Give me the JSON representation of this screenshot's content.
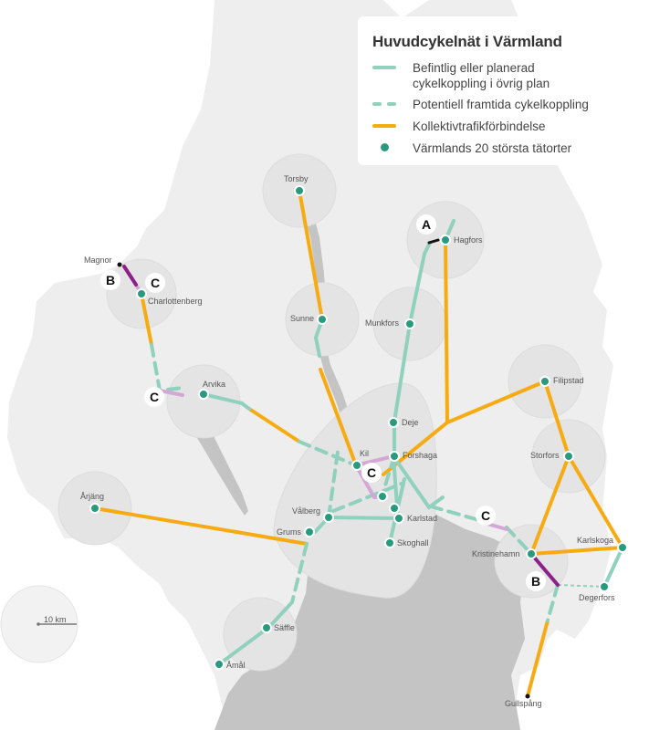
{
  "legend": {
    "title": "Huvudcykelnät i Värmland",
    "items": [
      {
        "type": "solid-line",
        "label_line1": "Befintlig eller planerad",
        "label_line2": "cykelkoppling i övrig plan",
        "color": "#8fd1bd"
      },
      {
        "type": "dashed-line",
        "label": "Potentiell framtida cykelkoppling",
        "color": "#8fd1bd"
      },
      {
        "type": "solid-line",
        "label": "Kollektivtrafikförbindelse",
        "color": "#f6ab12"
      },
      {
        "type": "dot",
        "label": "Värmlands 20 största tätorter",
        "color": "#2a9a7e"
      }
    ]
  },
  "colors": {
    "land": "#eeeeee",
    "water": "#c4c4c4",
    "buffer": "#e2e2e2",
    "cycle": "#8fd1bd",
    "transit": "#f6ab12",
    "town": "#2a9a7e",
    "missing_link_light": "#d4a8d6",
    "missing_link_dark": "#8c2189"
  },
  "towns": {
    "torsby": "Torsby",
    "hagfors": "Hagfors",
    "magnor": "Magnor",
    "charlottenberg": "Charlottenberg",
    "sunne": "Sunne",
    "munkfors": "Munkfors",
    "arvika": "Arvika",
    "filipstad": "Filipstad",
    "deje": "Deje",
    "kil": "Kil",
    "forshaga": "Forshaga",
    "storfors": "Storfors",
    "arjang": "Årjäng",
    "valberg": "Vålberg",
    "grums": "Grums",
    "karlstad": "Karlstad",
    "skoghall": "Skoghall",
    "kristinehamn": "Kristinehamn",
    "karlskoga": "Karlskoga",
    "degerfors": "Degerfors",
    "saffle": "Säffle",
    "amal": "Åmål",
    "gullspang": "Gullspång"
  },
  "markers": {
    "a": "A",
    "b": "B",
    "c": "C"
  },
  "scale": {
    "label": "10 km"
  }
}
